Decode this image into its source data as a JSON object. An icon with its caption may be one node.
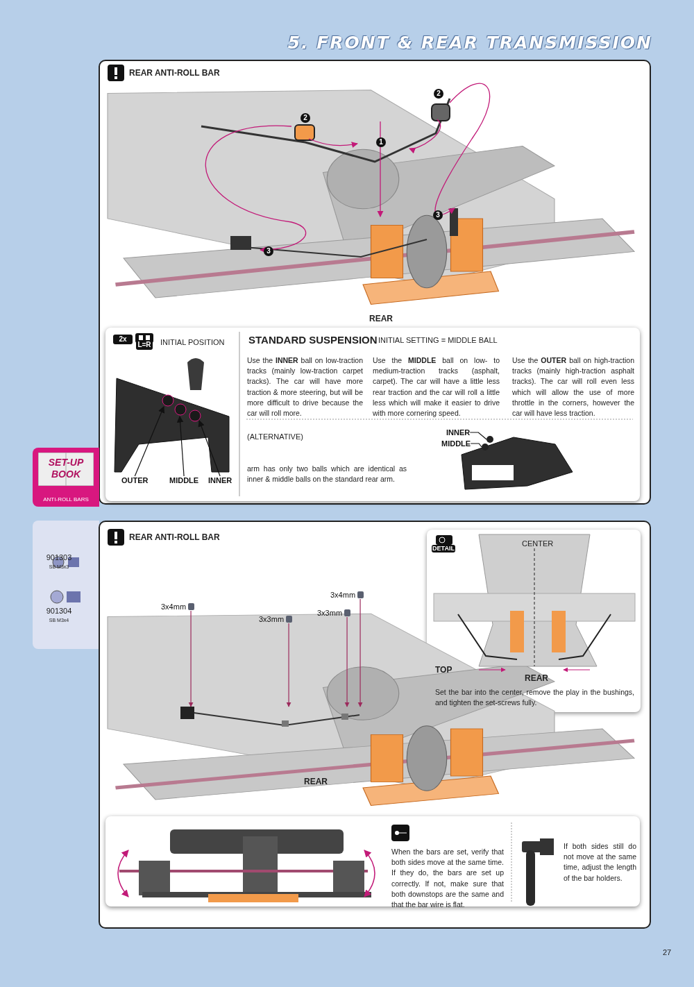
{
  "diagram": {
    "title": "5. FRONT & REAR TRANSMISSION",
    "nodes": [
      {
        "text": [
          "OUTER"
        ]
      },
      {
        "text": [
          "MIDDLE"
        ]
      },
      {
        "text": [
          "INNER"
        ]
      },
      {
        "text": [
          "INNER"
        ]
      },
      {
        "text": [
          "MIDDLE"
        ]
      },
      {
        "text": [
          "3x4mm"
        ]
      },
      {
        "text": [
          "3x3mm"
        ]
      },
      {
        "text": [
          "3x3mm"
        ]
      },
      {
        "text": [
          "3x4mm"
        ]
      },
      {
        "text": [],
        "shape": "picture"
      }
    ],
    "edges": [
      {
        "from": 0,
        "to": null,
        "arrow": "to"
      },
      {
        "from": 1,
        "to": null,
        "arrow": "to"
      },
      {
        "from": 2,
        "to": null,
        "arrow": "to"
      },
      {
        "from": 3,
        "to": null,
        "arrow": "none"
      },
      {
        "from": 4,
        "to": null,
        "arrow": "none"
      },
      {
        "from": 5,
        "to": 9,
        "arrow": "to",
        "color": "#9c2a5c"
      },
      {
        "from": 6,
        "to": 9,
        "arrow": "to",
        "color": "#9c2a5c"
      },
      {
        "from": 7,
        "to": 9,
        "arrow": "to",
        "color": "#9c2a5c"
      },
      {
        "from": 8,
        "to": 9,
        "arrow": "to",
        "color": "#9c2a5c"
      }
    ],
    "labels": [
      "REAR ANTI-ROLL BAR",
      "2",
      "2",
      "1",
      "3",
      "3",
      "REAR",
      "2x",
      "L=R",
      "INITIAL POSITION",
      "STANDARD SUSPENSION",
      "INITIAL SETTING = MIDDLE BALL",
      "Use the **INNER** ball on low-traction tracks (mainly low-traction carpet tracks). The car will have more traction & more steering, but will be more difficult to drive because the car will roll more.",
      "Use the **MIDDLE** ball on low- to medium-traction tracks (asphalt, carpet). The car will have a little less rear traction and the car will roll a little less which will make it easier to drive with more cornering speed.",
      "Use the **OUTER** ball on high-traction tracks (mainly high-traction asphalt tracks). The car will roll even less which will allow the use of more throttle in the corners, however the car will have less traction.",
      "(ALTERNATIVE)",
      "SET-UP BOOK",
      "arm has only two balls which are identical as inner & middle balls on the standard rear arm.",
      "ANTI-ROLL BARS",
      "901303",
      "SB M3x3",
      "901304",
      "SB M3x4",
      "REAR ANTI-ROLL BAR",
      "DETAIL",
      "CENTER",
      "TOP",
      "REAR",
      "Set the bar into the center, remove the play in the bushings, and tighten the set-screws fully.",
      "REAR",
      "When the bars are set, verify that both sides move at the same time. If they do, the bars are set up correctly. If not, make sure that both downstops are the same and that the bar wire is flat.",
      "If both sides still do not move at the same time, adjust the length of the bar holders.",
      "27"
    ]
  }
}
